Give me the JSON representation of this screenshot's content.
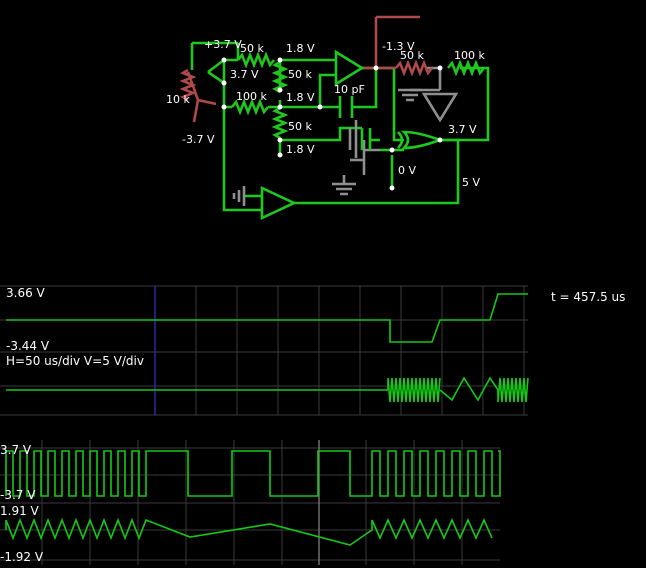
{
  "circuit": {
    "labels": {
      "v_plus": "+3.7 V",
      "v_minus": "-3.7 V",
      "r1": "50 k",
      "r2": "50 k",
      "r3": "100 k",
      "r4": "50 k",
      "r5": "50 k",
      "r6": "100 k",
      "cap": "10 pF",
      "pot": "10 k",
      "n_a": "1.8 V",
      "n_b": "3.7 V",
      "n_c": "1.8 V",
      "n_d": "1.8 V",
      "n_e": "-1.3 V",
      "n_f": "3.7 V",
      "n_g": "0 V",
      "n_h": "5 V"
    }
  },
  "scope1": {
    "v_top": "3.66 V",
    "v_bottom": "-3.44 V",
    "scale": "H=50 us/div V=5 V/div",
    "time": "t = 457.5 us"
  },
  "scope2": {
    "a_top": "3.7 V",
    "a_bottom": "-3.7 V",
    "b_top": "1.91 V",
    "b_bottom": "-1.92 V"
  },
  "colors": {
    "wire": "#1ec81e",
    "wire_inactive": "#8f8f8f",
    "wire_high": "#b04a4a",
    "trace": "#15c815",
    "cursor": "#2a2aa0"
  }
}
